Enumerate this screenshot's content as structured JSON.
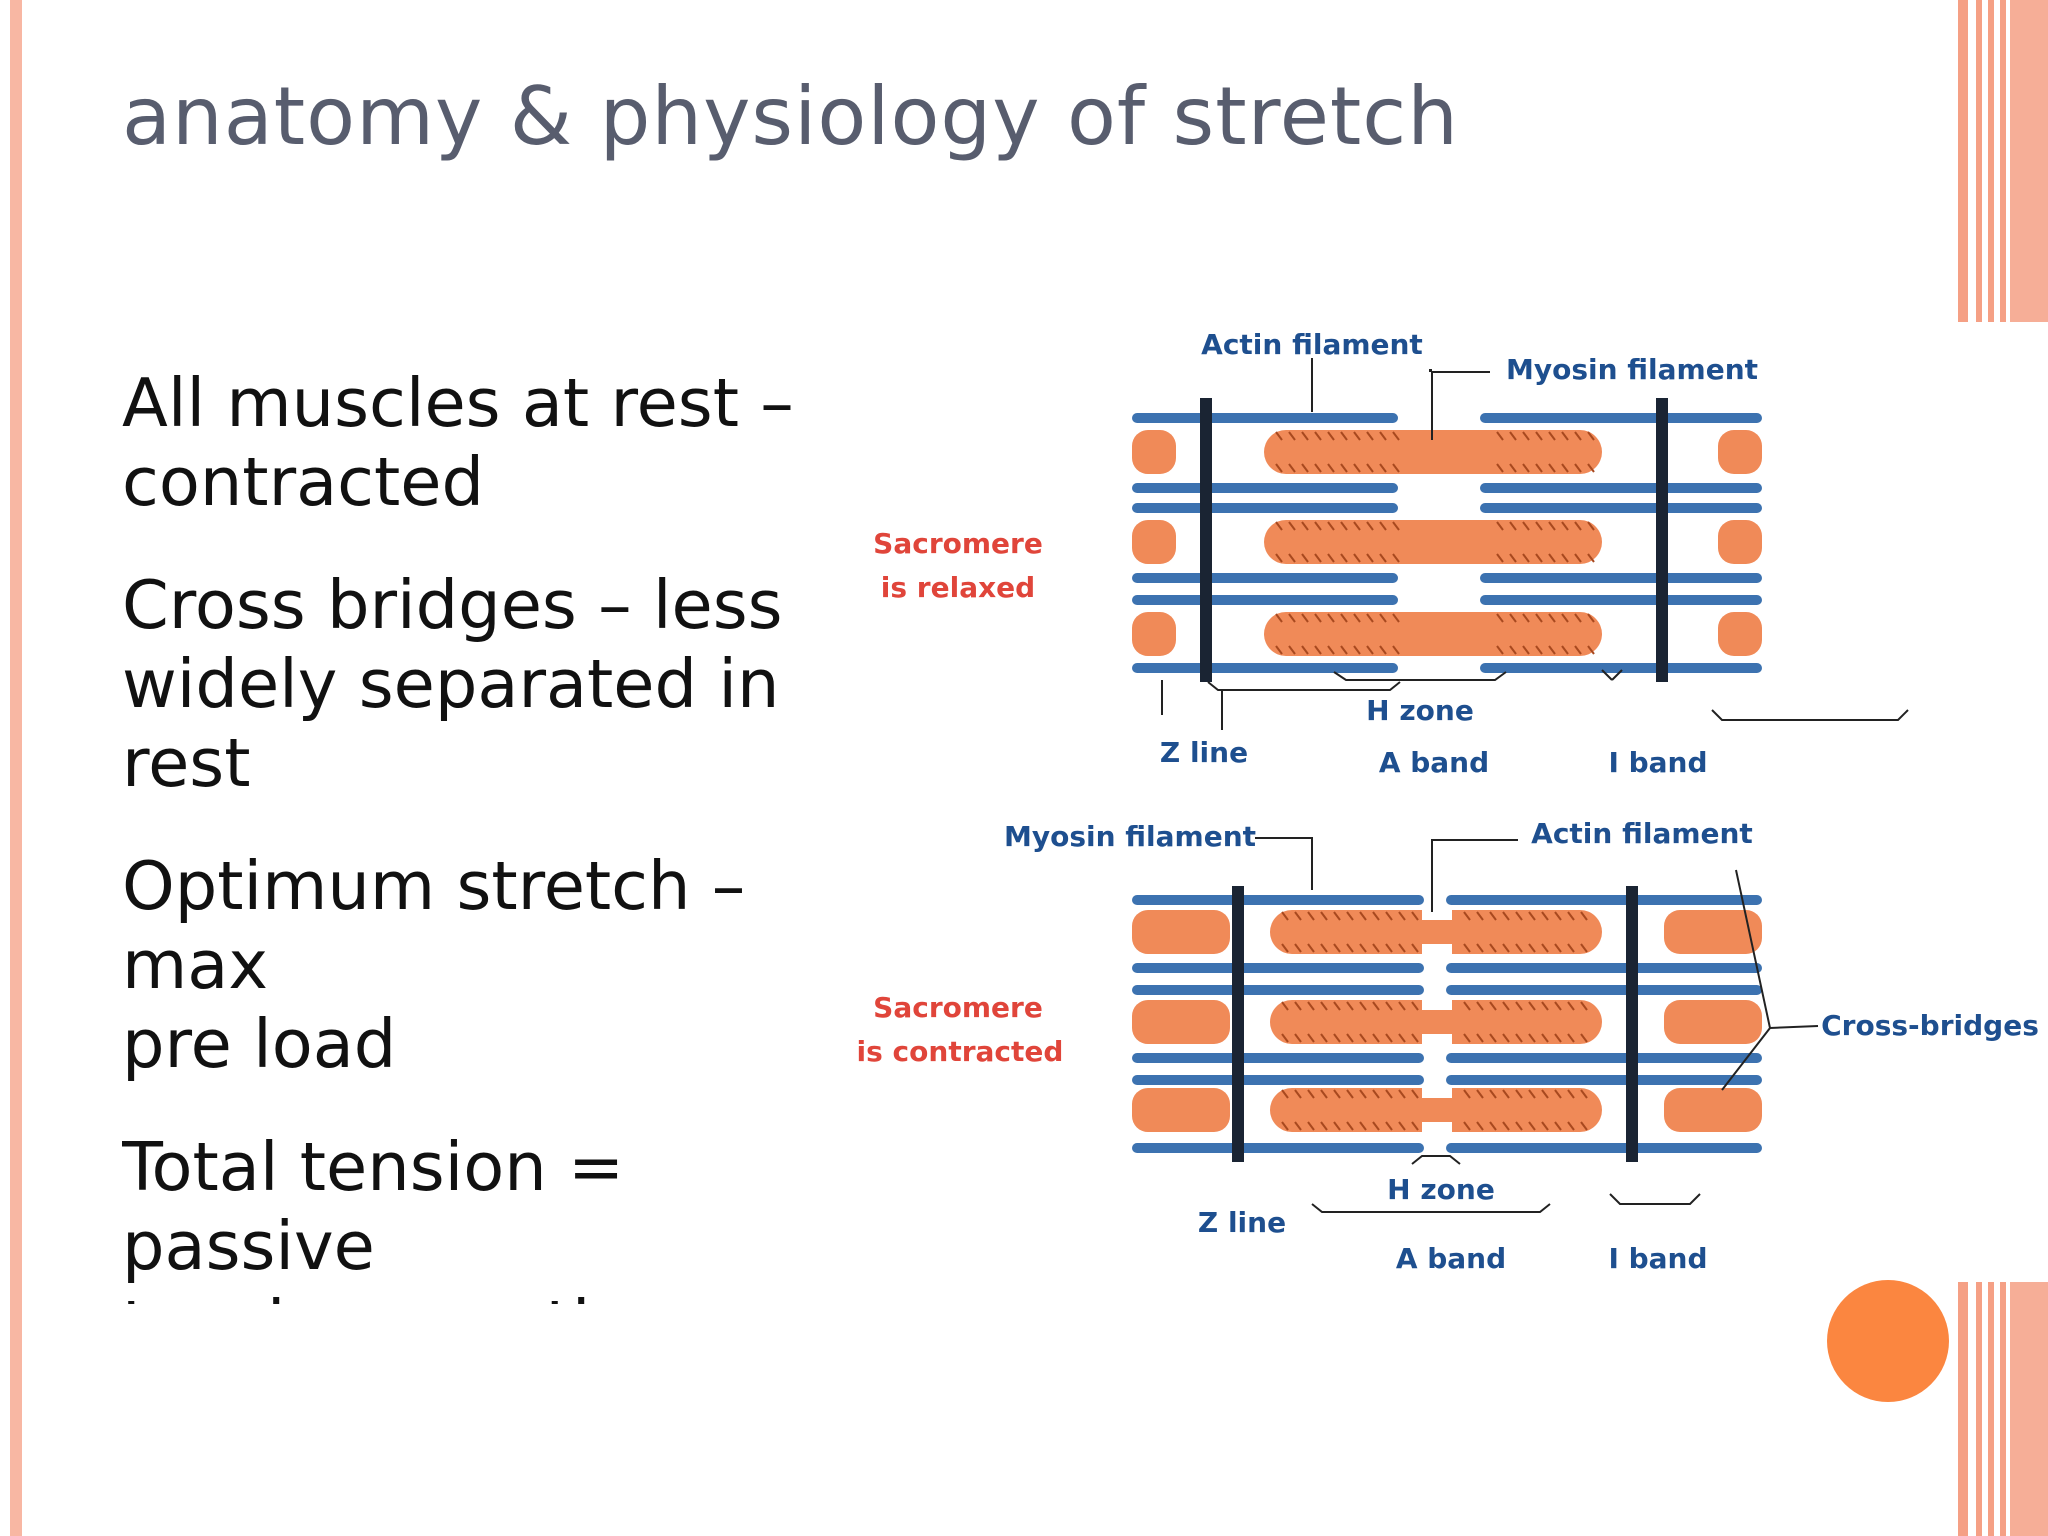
{
  "slide": {
    "title": "anatomy & physiology of stretch",
    "bullets": [
      "All muscles at rest –\ncontracted",
      "Cross bridges – less\nwidely separated in\nrest",
      "Optimum stretch – max\npre load",
      "Total tension = passive\ntension + active\ntension"
    ]
  },
  "figure": {
    "relaxed": {
      "state_label_1": "Sacromere",
      "state_label_2": "is relaxed",
      "actin_label": "Actin filament",
      "myosin_label": "Myosin filament",
      "h_zone": "H zone",
      "z_line": "Z line",
      "a_band": "A band",
      "i_band": "I band"
    },
    "contracted": {
      "state_label_1": "Sacromere",
      "state_label_2": "is contracted",
      "myosin_label": "Myosin filament",
      "actin_label": "Actin filament",
      "cross_bridges": "Cross-bridges",
      "h_zone": "H zone",
      "z_line": "Z line",
      "a_band": "A band",
      "i_band": "I band"
    }
  },
  "colors": {
    "accent_stripe": "#f5a085",
    "ornament": "#fb8640",
    "title_text": "#585d6e",
    "label_blue": "#1e4f8f",
    "label_red": "#e0453a",
    "actin_blue": "#3c72b0",
    "myosin_orange": "#f08a58"
  }
}
